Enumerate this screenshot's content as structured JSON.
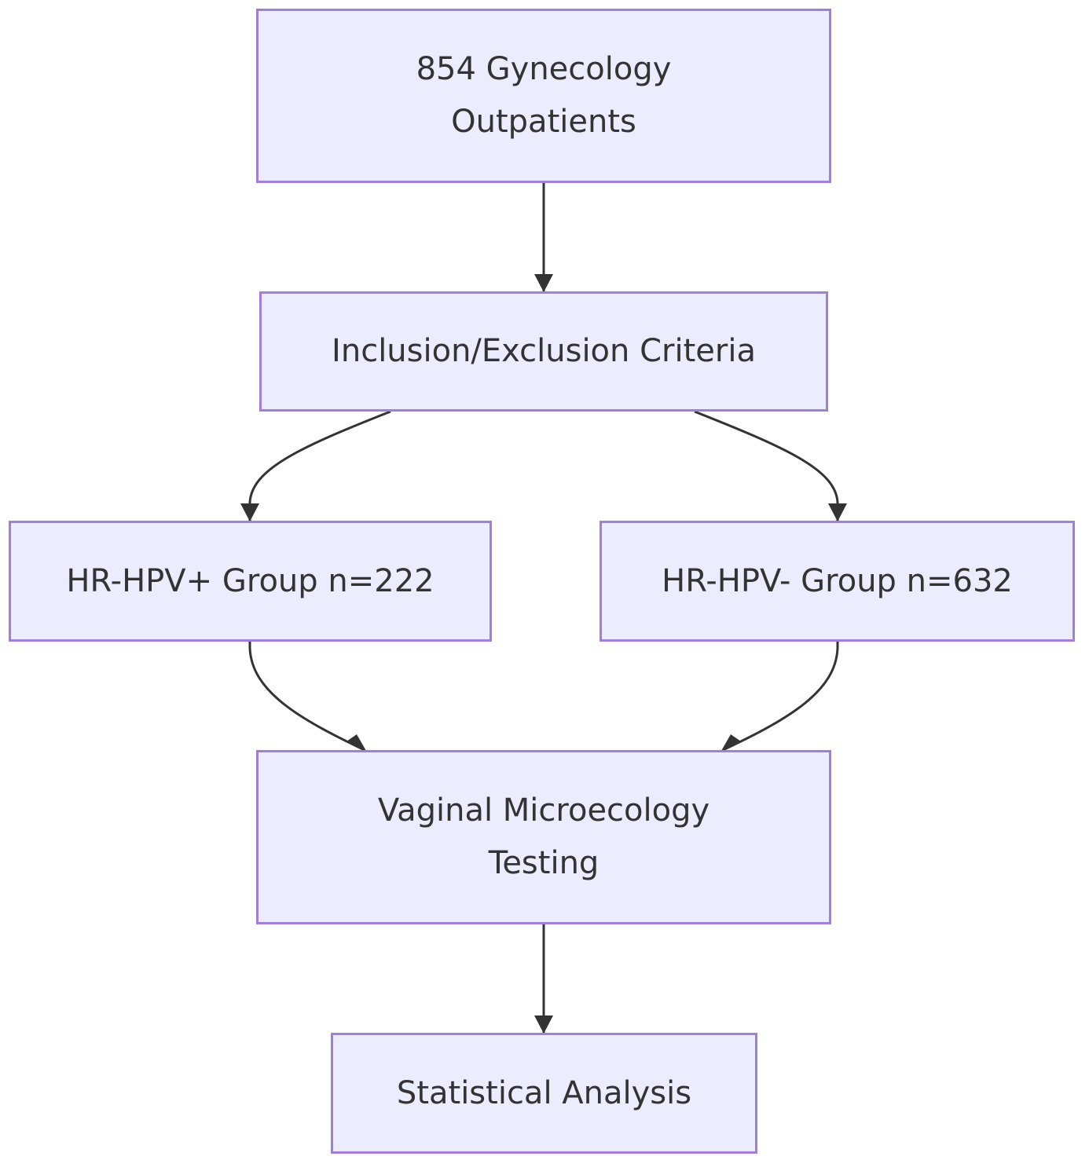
{
  "diagram": {
    "type": "flowchart",
    "colors": {
      "node_fill": "#ececff",
      "node_border": "#9f7fdb",
      "text": "#333333",
      "edge": "#333333",
      "background": "#ffffff"
    },
    "nodes": [
      {
        "id": "outpatients",
        "lines": [
          "854 Gynecology",
          "Outpatients"
        ]
      },
      {
        "id": "criteria",
        "lines": [
          "Inclusion/Exclusion Criteria"
        ]
      },
      {
        "id": "hpv_pos",
        "lines": [
          "HR-HPV+ Group n=222"
        ]
      },
      {
        "id": "hpv_neg",
        "lines": [
          "HR-HPV- Group n=632"
        ]
      },
      {
        "id": "testing",
        "lines": [
          "Vaginal Microecology",
          "Testing"
        ]
      },
      {
        "id": "analysis",
        "lines": [
          "Statistical Analysis"
        ]
      }
    ],
    "edges": [
      {
        "from": "outpatients",
        "to": "criteria"
      },
      {
        "from": "criteria",
        "to": "hpv_pos"
      },
      {
        "from": "criteria",
        "to": "hpv_neg"
      },
      {
        "from": "hpv_pos",
        "to": "testing"
      },
      {
        "from": "hpv_neg",
        "to": "testing"
      },
      {
        "from": "testing",
        "to": "analysis"
      }
    ]
  }
}
